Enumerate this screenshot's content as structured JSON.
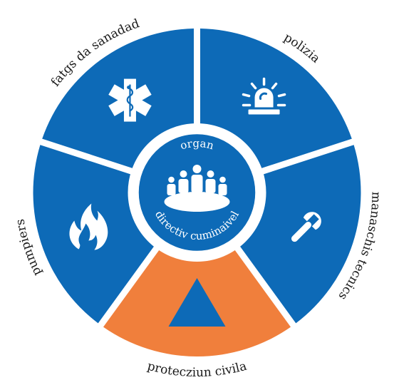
{
  "center": {
    "top_text": "organ",
    "bottom_text": "directiv cuminaivel",
    "icon": "group-meeting-icon"
  },
  "segments": [
    {
      "label": "polizia",
      "icon": "police-siren-icon",
      "color": "#0d6ab7"
    },
    {
      "label": "manaschis tecnics",
      "icon": "wrench-icon",
      "color": "#0d6ab7"
    },
    {
      "label": "protecziun civila",
      "icon": "civil-protection-triangle-icon",
      "color": "#f07f3c"
    },
    {
      "label": "pumpiers",
      "icon": "fire-flame-icon",
      "color": "#0d6ab7"
    },
    {
      "label": "fatgs da sanadad",
      "icon": "star-of-life-icon",
      "color": "#0d6ab7"
    }
  ],
  "colors": {
    "blue": "#0d6ab7",
    "orange": "#f07f3c",
    "background": "#ffffff",
    "text": "#1a1a1a"
  }
}
